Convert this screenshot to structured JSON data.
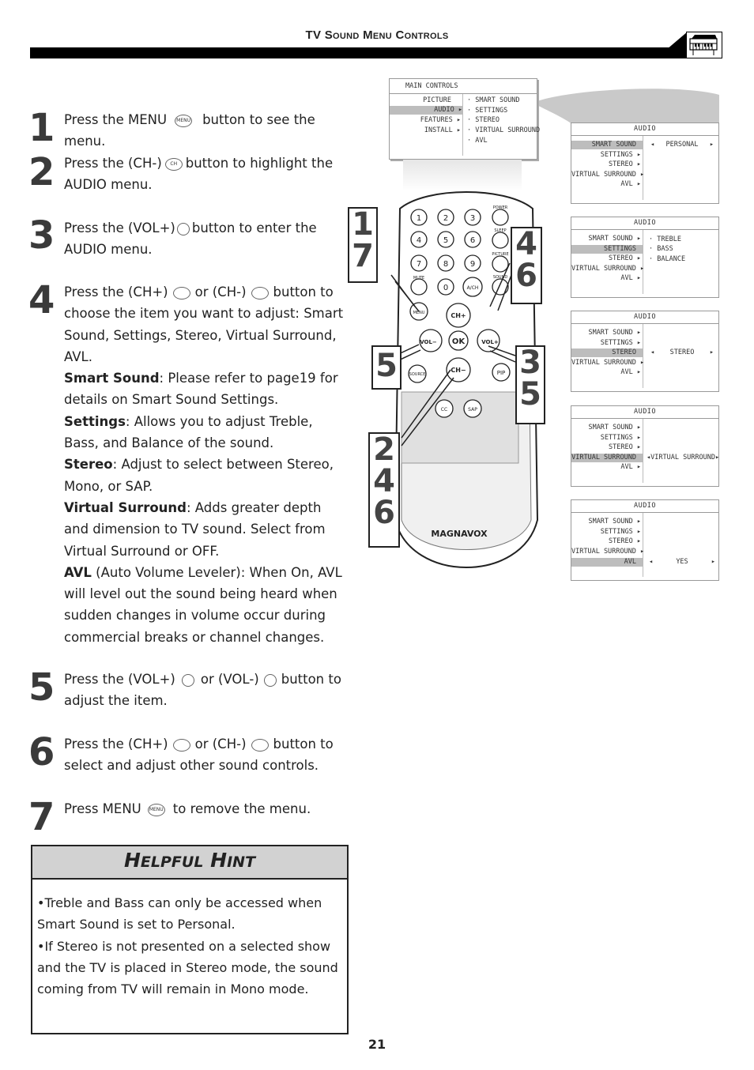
{
  "header": {
    "title": "TV Sound Menu Controls",
    "icon": "piano-icon"
  },
  "steps": [
    {
      "num": "1",
      "text_a": "Press the MENU",
      "text_b": "button to see the menu."
    },
    {
      "num": "2",
      "text_a": "Press the (CH-)",
      "text_b": "button to highlight the AUDIO menu."
    },
    {
      "num": "3",
      "text_a": "Press the (VOL+)",
      "text_b": "button to enter the AUDIO menu."
    },
    {
      "num": "4",
      "text_a": "Press the (CH+)",
      "text_or": "or (CH-)",
      "text_b": "button to choose the item you want to adjust: Smart Sound, Settings, Stereo, Virtual Surround, AVL.",
      "details": [
        {
          "term": "Smart Sound",
          "desc": ": Please refer to page19 for details on Smart Sound Settings."
        },
        {
          "term": "Settings",
          "desc": ": Allows you to adjust Treble, Bass, and Balance of the sound."
        },
        {
          "term": "Stereo",
          "desc": ": Adjust to select between Stereo, Mono, or SAP."
        },
        {
          "term": "Virtual Surround",
          "desc": ": Adds greater depth and dimension to TV sound. Select from Virtual Surround or OFF."
        },
        {
          "term": "AVL",
          "desc": " (Auto Volume Leveler): When On, AVL will level out the sound being heard when sudden changes in volume occur during commercial breaks or channel changes."
        }
      ]
    },
    {
      "num": "5",
      "text_a": "Press the (VOL+)",
      "text_or": "or (VOL-)",
      "text_b": "button to adjust the item."
    },
    {
      "num": "6",
      "text_a": "Press the (CH+)",
      "text_or": "or (CH-)",
      "text_b": "button to select and adjust other sound controls."
    },
    {
      "num": "7",
      "text_a": "Press MENU",
      "text_b": "to remove the menu."
    }
  ],
  "icon_labels": {
    "menu": "MENU",
    "ch": "CH"
  },
  "hint": {
    "title_cap1": "H",
    "title_rest1": "ELPFUL",
    "title_cap2": "H",
    "title_rest2": "INT",
    "lines": [
      "•Treble and Bass can only be accessed when Smart Sound is set to Personal.",
      "•If Stereo is not presented on a selected show and the TV is placed in Stereo mode, the sound coming from TV will remain in Mono mode."
    ]
  },
  "page_number": "21",
  "main_menu": {
    "title": "MAIN CONTROLS",
    "items": [
      "PICTURE",
      "AUDIO",
      "FEATURES",
      "INSTALL"
    ],
    "sub": [
      "SMART SOUND",
      "SETTINGS",
      "STEREO",
      "VIRTUAL SURROUND",
      "AVL"
    ]
  },
  "audio_menus": [
    {
      "title": "AUDIO",
      "items": [
        "SMART SOUND",
        "SETTINGS",
        "STEREO",
        "VIRTUAL SURROUND",
        "AVL"
      ],
      "value": "PERSONAL"
    },
    {
      "title": "AUDIO",
      "items": [
        "SMART SOUND",
        "SETTINGS",
        "STEREO",
        "VIRTUAL SURROUND",
        "AVL"
      ],
      "sub": [
        "TREBLE",
        "BASS",
        "BALANCE"
      ]
    },
    {
      "title": "AUDIO",
      "items": [
        "SMART SOUND",
        "SETTINGS",
        "STEREO",
        "VIRTUAL SURROUND",
        "AVL"
      ],
      "value": "STEREO"
    },
    {
      "title": "AUDIO",
      "items": [
        "SMART SOUND",
        "SETTINGS",
        "STEREO",
        "VIRTUAL SURROUND",
        "AVL"
      ],
      "value": "VIRTUAL SURROUND"
    },
    {
      "title": "AUDIO",
      "items": [
        "SMART SOUND",
        "SETTINGS",
        "STEREO",
        "VIRTUAL SURROUND",
        "AVL"
      ],
      "value": "YES"
    }
  ],
  "remote": {
    "brand": "MAGNAVOX",
    "labels": {
      "power": "POWER",
      "sleep": "SLEEP",
      "picture": "PICTURE",
      "mute": "MUTE",
      "sound": "SOUND",
      "menu": "MENU",
      "chup": "CH+",
      "chdown": "CH−",
      "volminus": "VOL−",
      "volplus": "VOL+",
      "ok": "OK",
      "source": "SOURCE",
      "pip": "PIP",
      "cc": "CC",
      "sap": "SAP",
      "ach": "A/CH"
    },
    "digits": [
      "1",
      "2",
      "3",
      "4",
      "5",
      "6",
      "7",
      "8",
      "9",
      "0"
    ],
    "callouts": [
      {
        "id": "a",
        "text": [
          "1",
          "7"
        ]
      },
      {
        "id": "b",
        "text": [
          "4",
          "6"
        ]
      },
      {
        "id": "c",
        "text": [
          "5"
        ]
      },
      {
        "id": "d",
        "text": [
          "3",
          "5"
        ]
      },
      {
        "id": "e",
        "text": [
          "2",
          "4",
          "6"
        ]
      }
    ]
  }
}
